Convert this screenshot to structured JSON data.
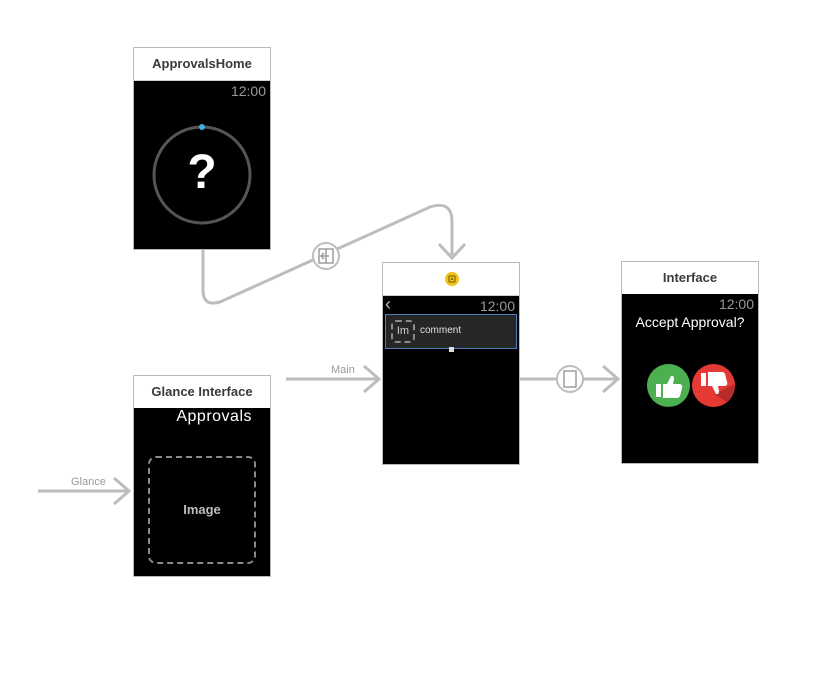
{
  "scenes": {
    "approvals_home": {
      "title": "ApprovalsHome",
      "time": "12:00",
      "glyph": "?"
    },
    "glance": {
      "title": "Glance Interface",
      "heading": "Approvals",
      "image_label": "Image"
    },
    "detail": {
      "time": "12:00",
      "back_glyph": "‹",
      "placeholder_glyph": "Im",
      "row_label": "comment"
    },
    "interface": {
      "title": "Interface",
      "time": "12:00",
      "question": "Accept Approval?"
    }
  },
  "segues": {
    "main_label": "Main",
    "glance_label": "Glance"
  },
  "icons": {
    "modal_segue": "modal-segue-icon",
    "push_segue": "push-segue-icon",
    "controller": "interface-controller-icon",
    "thumbs_up": "thumbs-up-icon",
    "thumbs_down": "thumbs-down-icon"
  },
  "colors": {
    "accent_blue": "#3fb0e6",
    "approve_green": "#4caf50",
    "reject_red": "#e53935",
    "controller_yellow": "#f2c11b",
    "connector_gray": "#bdbdbd"
  }
}
